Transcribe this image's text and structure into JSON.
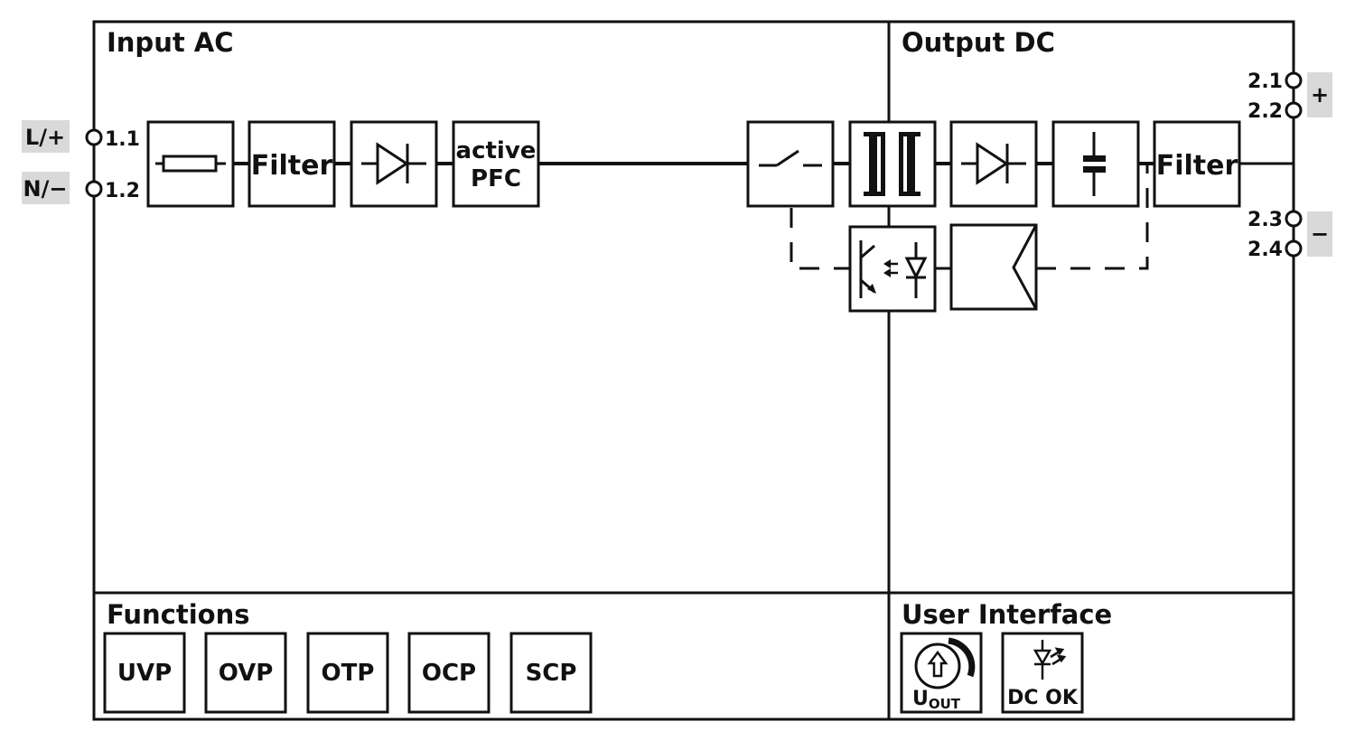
{
  "sections": {
    "input": "Input AC",
    "output": "Output DC",
    "functions": "Functions",
    "user_interface": "User Interface"
  },
  "input_terminals": {
    "l_badge": "L/+",
    "n_badge": "N/−",
    "t11": "1.1",
    "t12": "1.2"
  },
  "output_terminals": {
    "t21": "2.1",
    "t22": "2.2",
    "t23": "2.3",
    "t24": "2.4",
    "plus_badge": "+",
    "minus_badge": "−"
  },
  "blocks": {
    "input_filter": "Filter",
    "pfc_line1": "active",
    "pfc_line2": "PFC",
    "output_filter": "Filter"
  },
  "functions": [
    "UVP",
    "OVP",
    "OTP",
    "OCP",
    "SCP"
  ],
  "ui": {
    "uout_main": "U",
    "uout_sub": "OUT",
    "dcok": "DC OK"
  },
  "colors": {
    "line": "#111111",
    "badge_fill": "#d9d9d9"
  }
}
